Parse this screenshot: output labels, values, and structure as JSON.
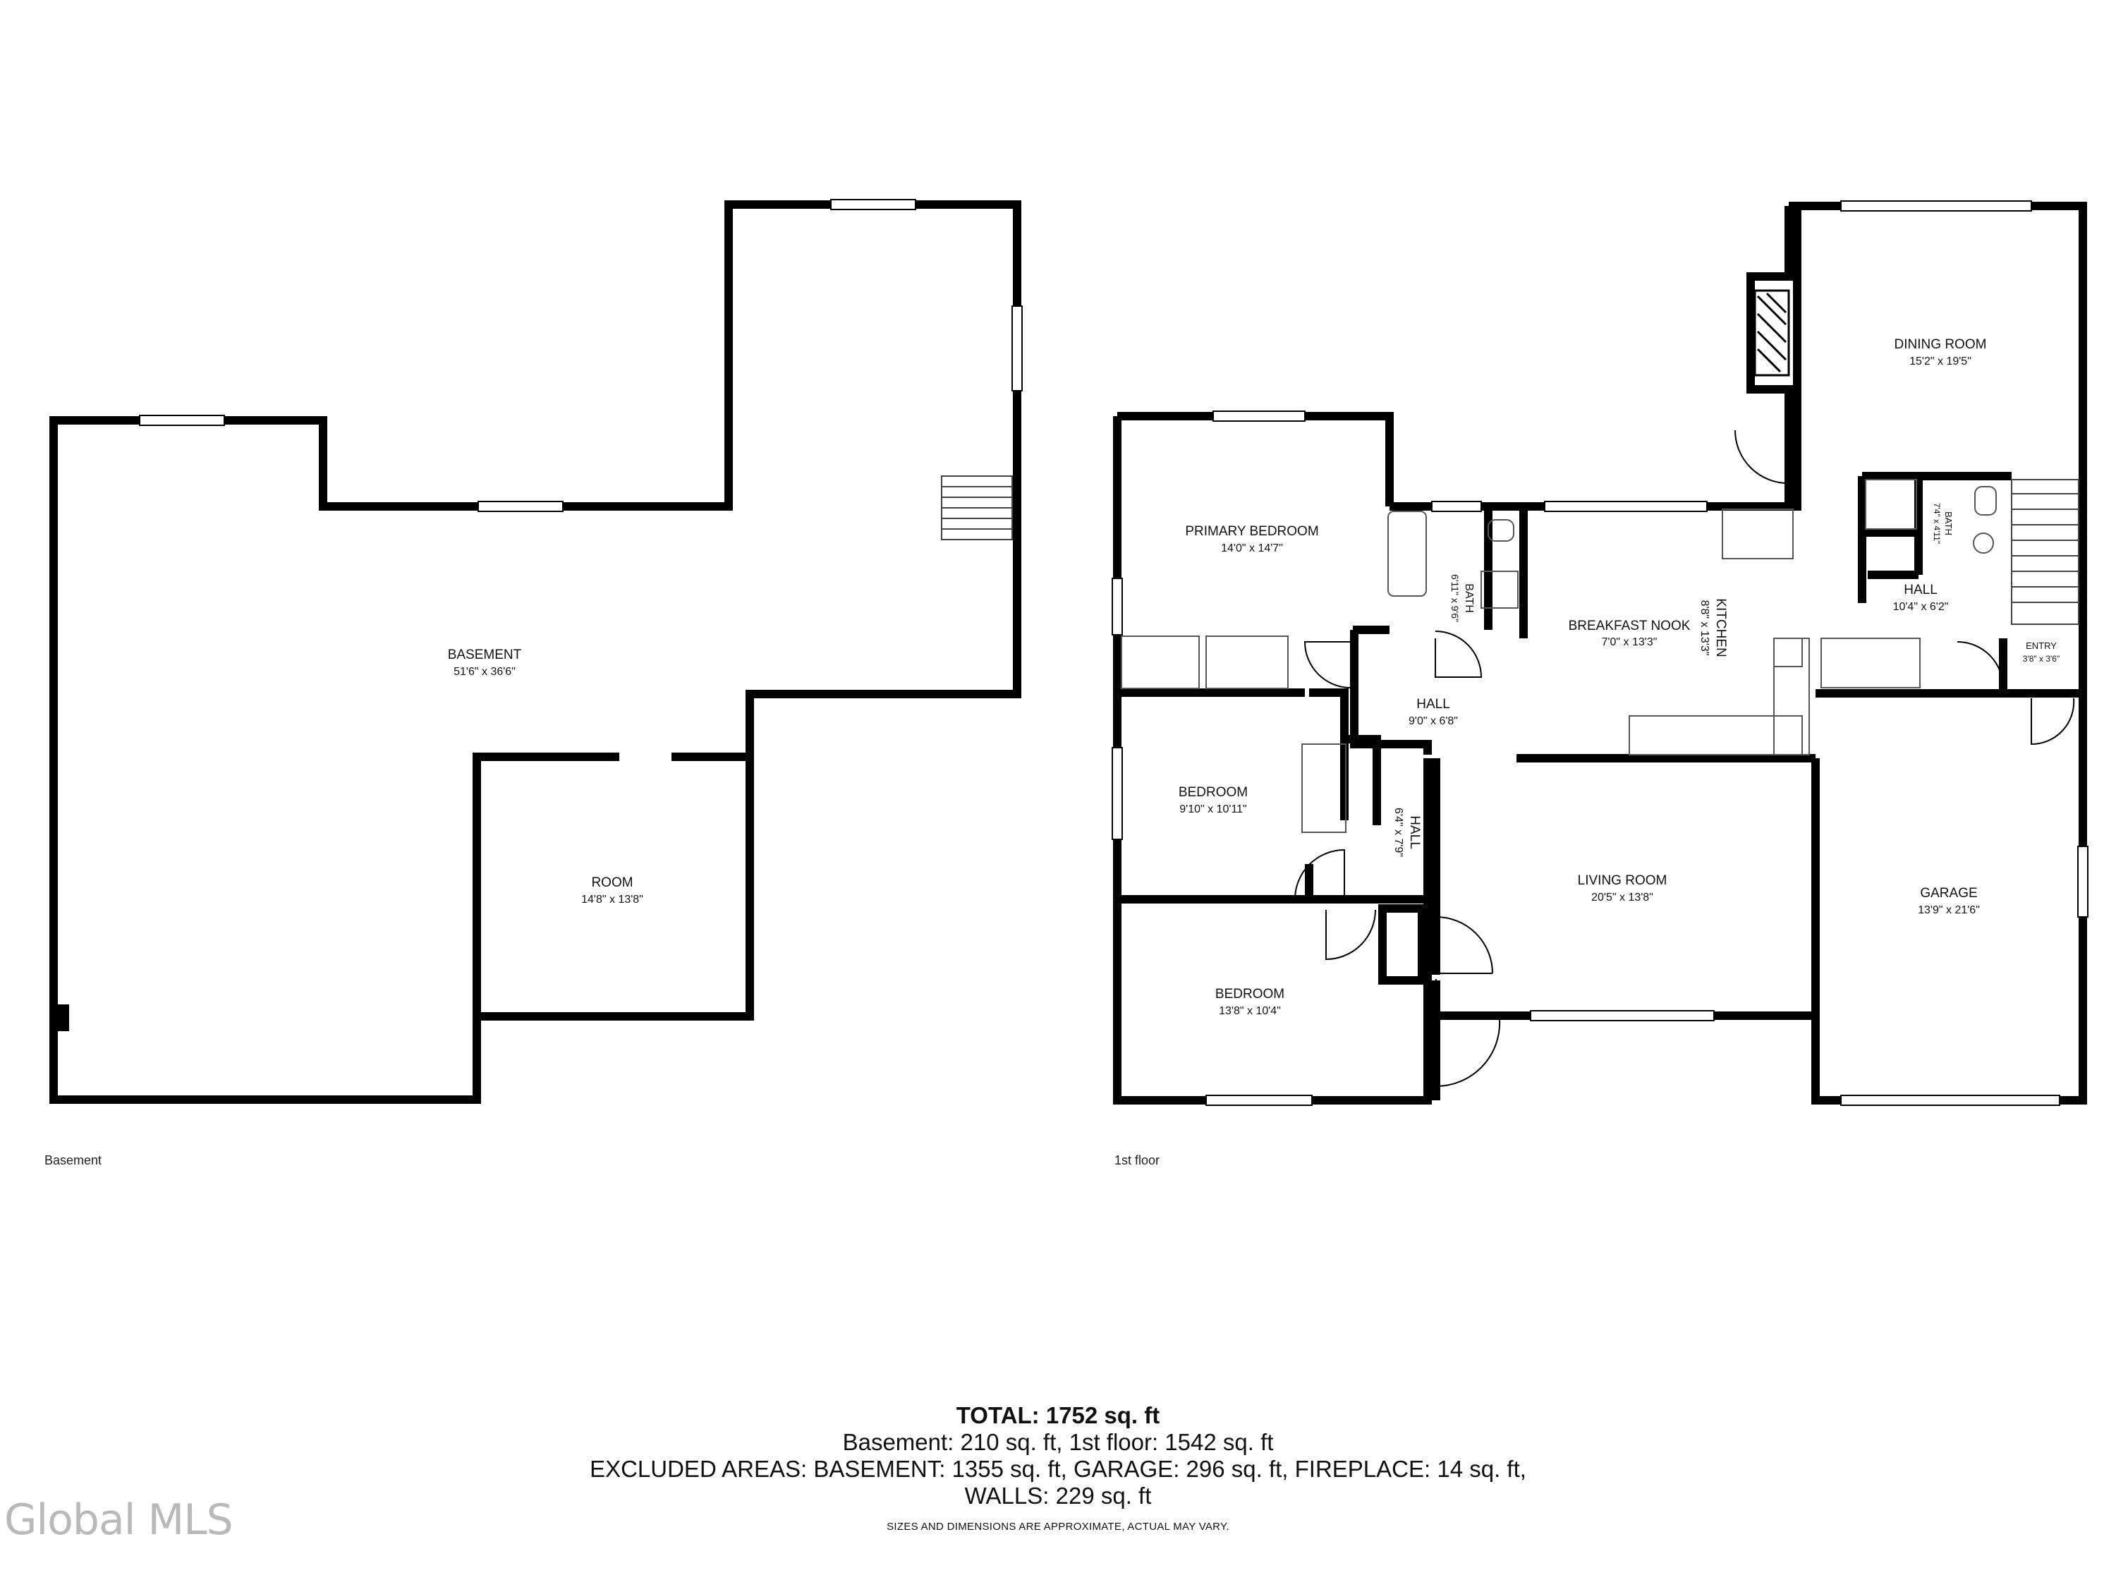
{
  "floors": {
    "basement": {
      "label": "Basement",
      "rooms": [
        {
          "id": "basement",
          "name": "BASEMENT",
          "dims": "51'6\" x 36'6\""
        },
        {
          "id": "room",
          "name": "ROOM",
          "dims": "14'8\" x 13'8\""
        }
      ]
    },
    "first": {
      "label": "1st floor",
      "rooms": [
        {
          "id": "primary-bedroom",
          "name": "PRIMARY BEDROOM",
          "dims": "14'0\" x 14'7\""
        },
        {
          "id": "bath-1",
          "name": "BATH",
          "dims": "6'11\" x 9'6\""
        },
        {
          "id": "breakfast-nook",
          "name": "BREAKFAST NOOK",
          "dims": "7'0\" x 13'3\""
        },
        {
          "id": "kitchen",
          "name": "KITCHEN",
          "dims": "8'8\" x 13'3\""
        },
        {
          "id": "dining-room",
          "name": "DINING ROOM",
          "dims": "15'2\" x 19'5\""
        },
        {
          "id": "bath-2",
          "name": "BATH",
          "dims": "7'4\" x 4'11\""
        },
        {
          "id": "hall-1",
          "name": "HALL",
          "dims": "10'4\" x 6'2\""
        },
        {
          "id": "entry",
          "name": "ENTRY",
          "dims": "3'8\" x 3'6\""
        },
        {
          "id": "hall-2",
          "name": "HALL",
          "dims": "9'0\" x 6'8\""
        },
        {
          "id": "hall-3",
          "name": "HALL",
          "dims": "6'4\" x 7'9\""
        },
        {
          "id": "bedroom-1",
          "name": "BEDROOM",
          "dims": "9'10\" x 10'11\""
        },
        {
          "id": "bedroom-2",
          "name": "BEDROOM",
          "dims": "13'8\" x 10'4\""
        },
        {
          "id": "living-room",
          "name": "LIVING ROOM",
          "dims": "20'5\" x 13'8\""
        },
        {
          "id": "garage",
          "name": "GARAGE",
          "dims": "13'9\" x 21'6\""
        }
      ]
    }
  },
  "summary": {
    "total": "TOTAL: 1752 sq. ft",
    "line1": "Basement: 210 sq. ft, 1st floor: 1542 sq. ft",
    "line2": "EXCLUDED AREAS: BASEMENT: 1355 sq. ft, GARAGE: 296 sq. ft, FIREPLACE: 14 sq. ft,",
    "line3": "WALLS: 229 sq. ft",
    "disclaimer": "SIZES AND DIMENSIONS ARE APPROXIMATE, ACTUAL MAY VARY."
  },
  "watermark": "Global MLS",
  "colors": {
    "wall": "#000000",
    "fixture": "#666666",
    "watermark": "#b9b9b9"
  }
}
